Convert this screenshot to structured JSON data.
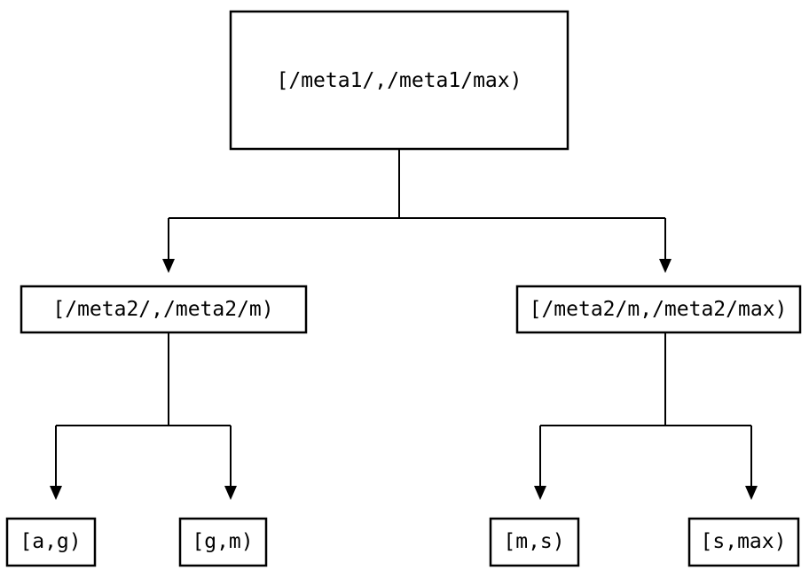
{
  "diagram": {
    "kind": "binary-interval-tree",
    "background_color": "#ffffff",
    "line_color": "#000000",
    "nodes": {
      "root": {
        "label": "[/meta1/,/meta1/max)",
        "children": [
          "meta2_low",
          "meta2_high"
        ]
      },
      "meta2_low": {
        "label": "[/meta2/,/meta2/m)",
        "children": [
          "a_g",
          "g_m"
        ]
      },
      "meta2_high": {
        "label": "[/meta2/m,/meta2/max)",
        "children": [
          "m_s",
          "s_max"
        ]
      },
      "a_g": {
        "label": "[a,g)",
        "children": []
      },
      "g_m": {
        "label": "[g,m)",
        "children": []
      },
      "m_s": {
        "label": "[m,s)",
        "children": []
      },
      "s_max": {
        "label": "[s,max)",
        "children": []
      }
    }
  }
}
